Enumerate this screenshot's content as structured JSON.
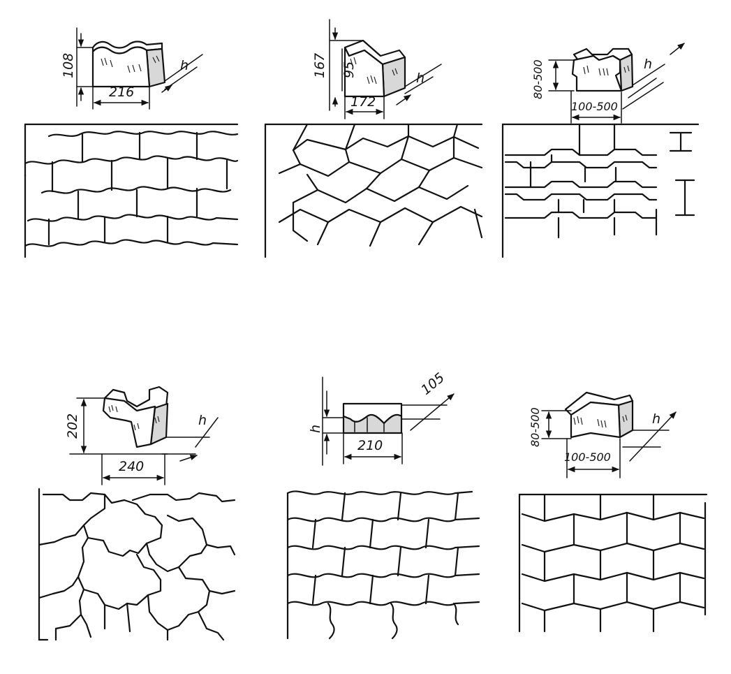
{
  "panels": [
    {
      "id": "wavy-paver",
      "dims": {
        "height": "108",
        "width": "216",
        "depth": "h"
      }
    },
    {
      "id": "zigzag-paver",
      "dims": {
        "total": "167",
        "height": "95",
        "width": "172",
        "depth": "h"
      }
    },
    {
      "id": "i-shaped-paver",
      "dims": {
        "height": "80-500",
        "width": "100-500",
        "depth": "h"
      }
    },
    {
      "id": "tri-lobe-paver",
      "dims": {
        "height": "202",
        "width": "240",
        "depth": "h"
      }
    },
    {
      "id": "wave-edge-paver",
      "dims": {
        "depth": "105",
        "height": "h",
        "width": "210"
      }
    },
    {
      "id": "chevron-paver",
      "dims": {
        "height": "80-500",
        "width": "100-500",
        "depth": "h"
      }
    }
  ]
}
